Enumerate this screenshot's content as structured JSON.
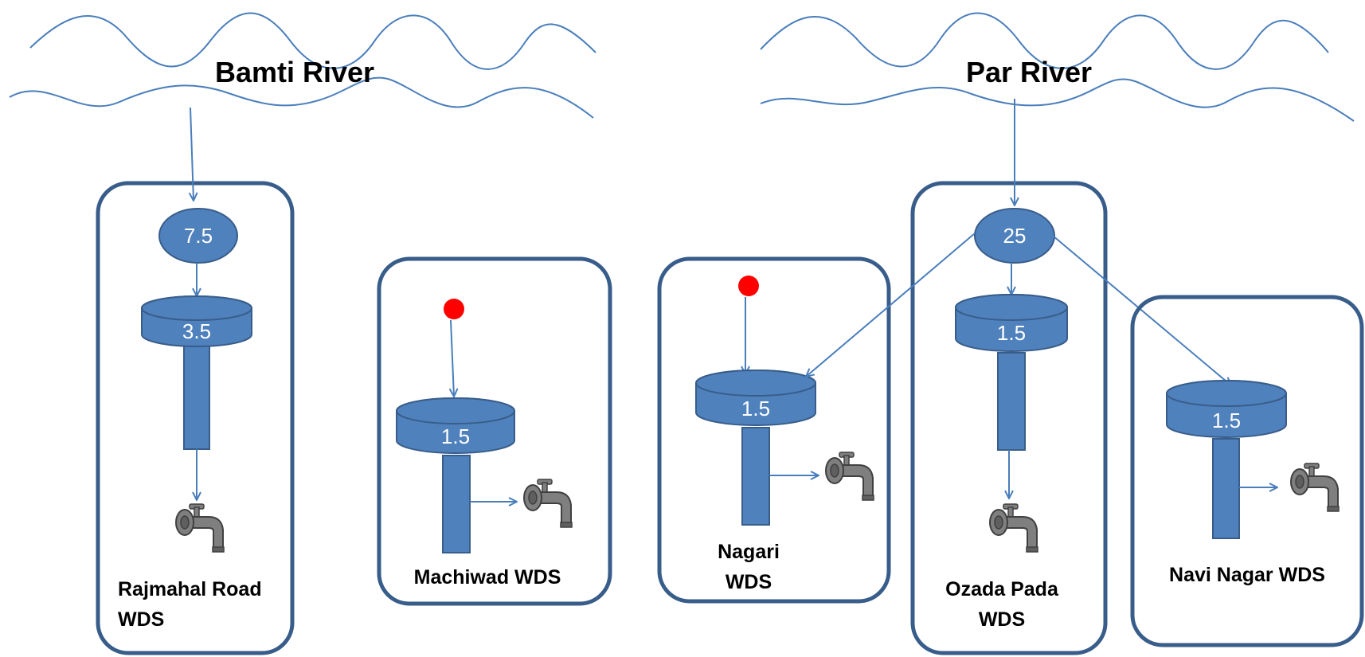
{
  "colors": {
    "river_line": "#4a7ebb",
    "arrow": "#4a7ebb",
    "box_border": "#385d8a",
    "tank_fill": "#4f81bd",
    "source_dot": "#ff0000",
    "faucet": "#7f7f7f"
  },
  "rivers": [
    {
      "name": "Bamti River"
    },
    {
      "name": "Par River"
    }
  ],
  "sources": [
    {
      "value": "7.5"
    },
    {
      "value": "25"
    }
  ],
  "systems": [
    {
      "label_lines": [
        "Rajmahal Road",
        "WDS"
      ],
      "tank": "3.5",
      "supply": "Bamti River source"
    },
    {
      "label_lines": [
        "Machiwad WDS"
      ],
      "tank": "1.5",
      "supply": "red point"
    },
    {
      "label_lines": [
        "Nagari",
        "WDS"
      ],
      "tank": "1.5",
      "supply": "red point + Par River source"
    },
    {
      "label_lines": [
        "Ozada Pada",
        "WDS"
      ],
      "tank": "1.5",
      "supply": "Par River source"
    },
    {
      "label_lines": [
        "Navi Nagar WDS"
      ],
      "tank": "1.5",
      "supply": "Par River source"
    }
  ]
}
